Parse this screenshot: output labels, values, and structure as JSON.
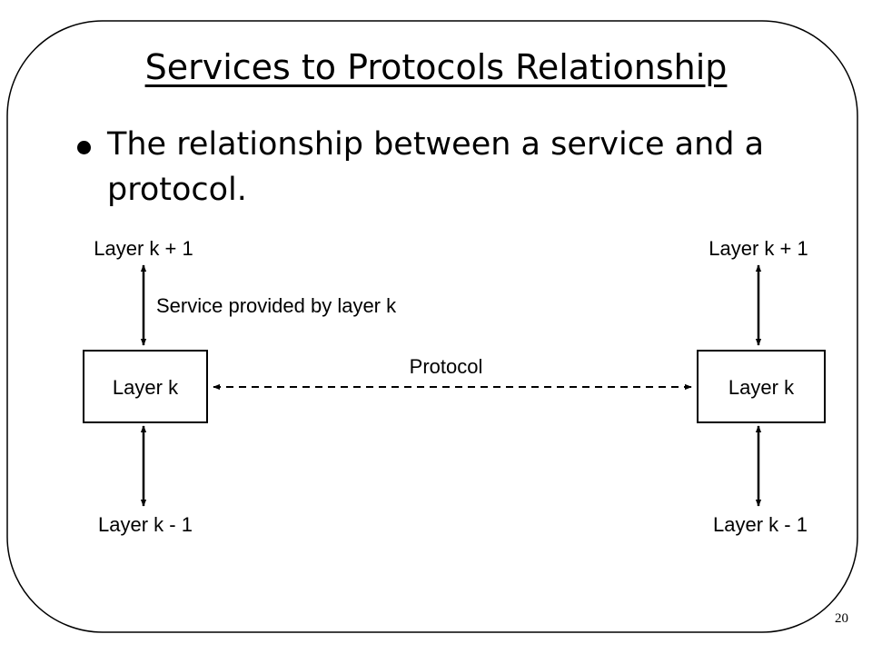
{
  "slide": {
    "title": "Services to Protocols Relationship",
    "bullet": "The relationship between a service and a protocol.",
    "page_number": "20"
  },
  "diagram": {
    "left": {
      "upper_label": "Layer k + 1",
      "box_label": "Layer k",
      "lower_label": "Layer k - 1"
    },
    "right": {
      "upper_label": "Layer k + 1",
      "box_label": "Layer k",
      "lower_label": "Layer k - 1"
    },
    "service_label": "Service provided by layer k",
    "protocol_label": "Protocol"
  }
}
